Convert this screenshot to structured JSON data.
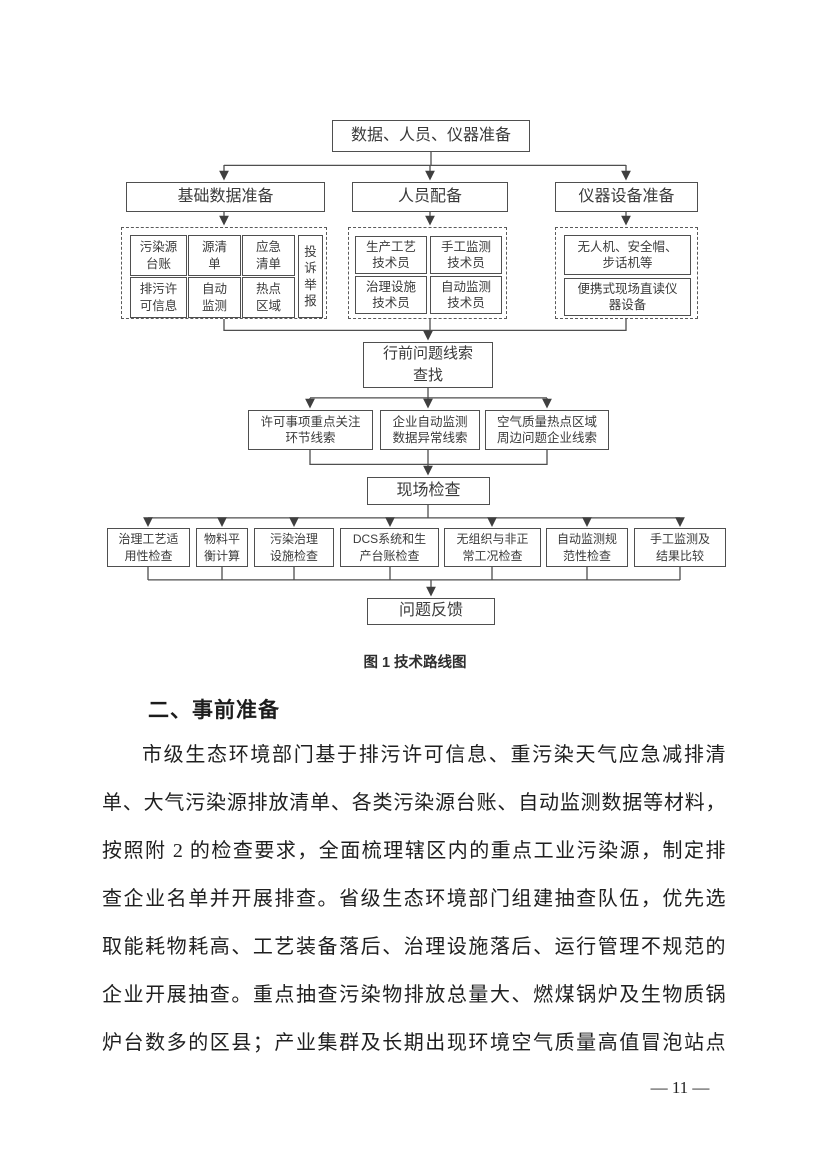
{
  "figure": {
    "caption": "图 1 技术路线图",
    "top_box": "数据、人员、仪器准备",
    "branch_boxes": [
      "基础数据准备",
      "人员配备",
      "仪器设备准备"
    ],
    "data_cells": [
      "污染源\n台账",
      "源清\n单",
      "应急\n清单",
      "排污许\n可信息",
      "自动\n监测",
      "热点\n区域"
    ],
    "complaint_cell": "投\n诉\n举\n报",
    "personnel_cells": [
      "生产工艺\n技术员",
      "手工监测\n技术员",
      "治理设施\n技术员",
      "自动监测\n技术员"
    ],
    "equipment_cells": [
      "无人机、安全帽、\n步话机等",
      "便携式现场直读仪\n器设备"
    ],
    "clue_box": "行前问题线索\n查找",
    "clue_items": [
      "许可事项重点关注\n环节线索",
      "企业自动监测\n数据异常线索",
      "空气质量热点区域\n周边问题企业线索"
    ],
    "site_box": "现场检查",
    "check_items": [
      "治理工艺适\n用性检查",
      "物料平\n衡计算",
      "污染治理\n设施检查",
      "DCS系统和生\n产台账检查",
      "无组织与非正\n常工况检查",
      "自动监测规\n范性检查",
      "手工监测及\n结果比较"
    ],
    "feedback_box": "问题反馈"
  },
  "section": {
    "heading": "二、事前准备"
  },
  "body": {
    "lines": [
      "市级生态环境部门基于排污许可信息、重污染天气应急减排清",
      "单、大气污染源排放清单、各类污染源台账、自动监测数据等材料，",
      "按照附 2 的检查要求，全面梳理辖区内的重点工业污染源，制定排",
      "查企业名单并开展排查。省级生态环境部门组建抽查队伍，优先选",
      "取能耗物耗高、工艺装备落后、治理设施落后、运行管理不规范的",
      "企业开展抽查。重点抽查污染物排放总量大、燃煤锅炉及生物质锅",
      "炉台数多的区县；产业集群及长期出现环境空气质量高值冒泡站点"
    ]
  },
  "footer": {
    "page_label": "— 11 —"
  }
}
